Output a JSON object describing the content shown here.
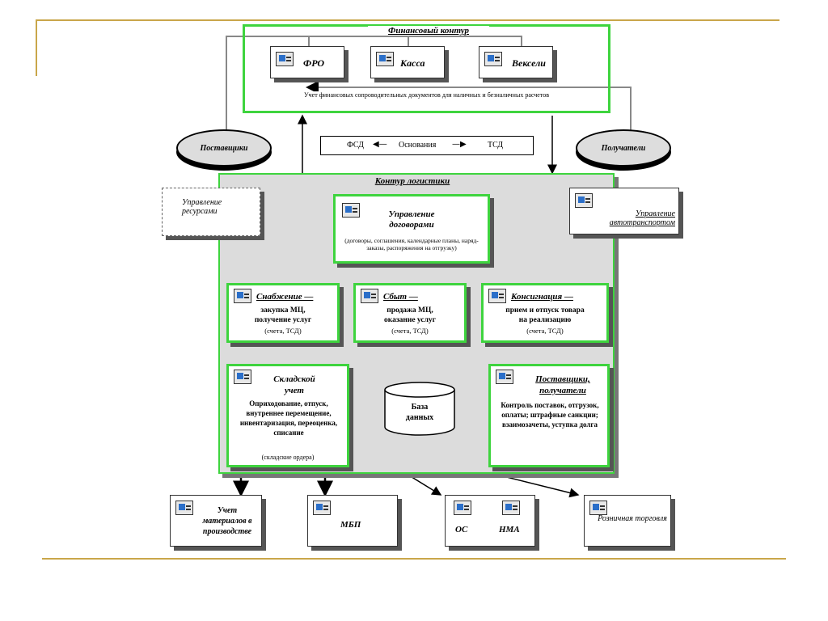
{
  "fin": {
    "title": "Финансовый контур",
    "fro": "ФРО",
    "kassa": "Касса",
    "veksel": "Вексели",
    "note": "Учет финансовых сопроводительных документов для наличных и безналичных расчетов"
  },
  "postavshiki": "Поставщики",
  "poluchateli": "Получатели",
  "osnovania": {
    "left": "ФСД",
    "mid": "Основания",
    "right": "ТСД"
  },
  "log": {
    "title": "Контур логистики"
  },
  "upr_res": "Управление ресурсами",
  "upr_avto": "Управление автотранспортом",
  "dogovory": {
    "title": "Управление договорами",
    "desc": "(договоры, соглашения, календарные планы, наряд-заказы, распоряжения на отгрузку)"
  },
  "snab": {
    "title": "Снабжение —",
    "line1": "закупка МЦ,",
    "line2": "получение услуг",
    "line3": "(счета, ТСД)"
  },
  "sbyt": {
    "title": "Сбыт —",
    "line1": "продажа МЦ,",
    "line2": "оказание услуг",
    "line3": "(счета, ТСД)"
  },
  "kons": {
    "title": "Консигнация —",
    "line1": "прием и отпуск товара",
    "line2": "на реализацию",
    "line3": "(счета, ТСД)"
  },
  "sklad": {
    "title1": "Складской",
    "title2": "учет",
    "body": "Оприходование, отпуск, внутреннее перемещение, инвентаризация, переоценка, списание",
    "note": "(складские ордера)"
  },
  "baza": {
    "line1": "База",
    "line2": "данных"
  },
  "pp": {
    "title1": "Поставщики,",
    "title2": "получатели",
    "body": "Контроль поставок, отгрузок, оплаты; штрафные санкции; взаимозачеты, уступка долга"
  },
  "uchet": "Учет материалов в производстве",
  "mbp": "МБП",
  "os": "ОС",
  "nma": "НМА",
  "rozn": "Розничная торговля",
  "colors": {
    "accent": "#c9a64a",
    "green": "#3ed43e"
  }
}
